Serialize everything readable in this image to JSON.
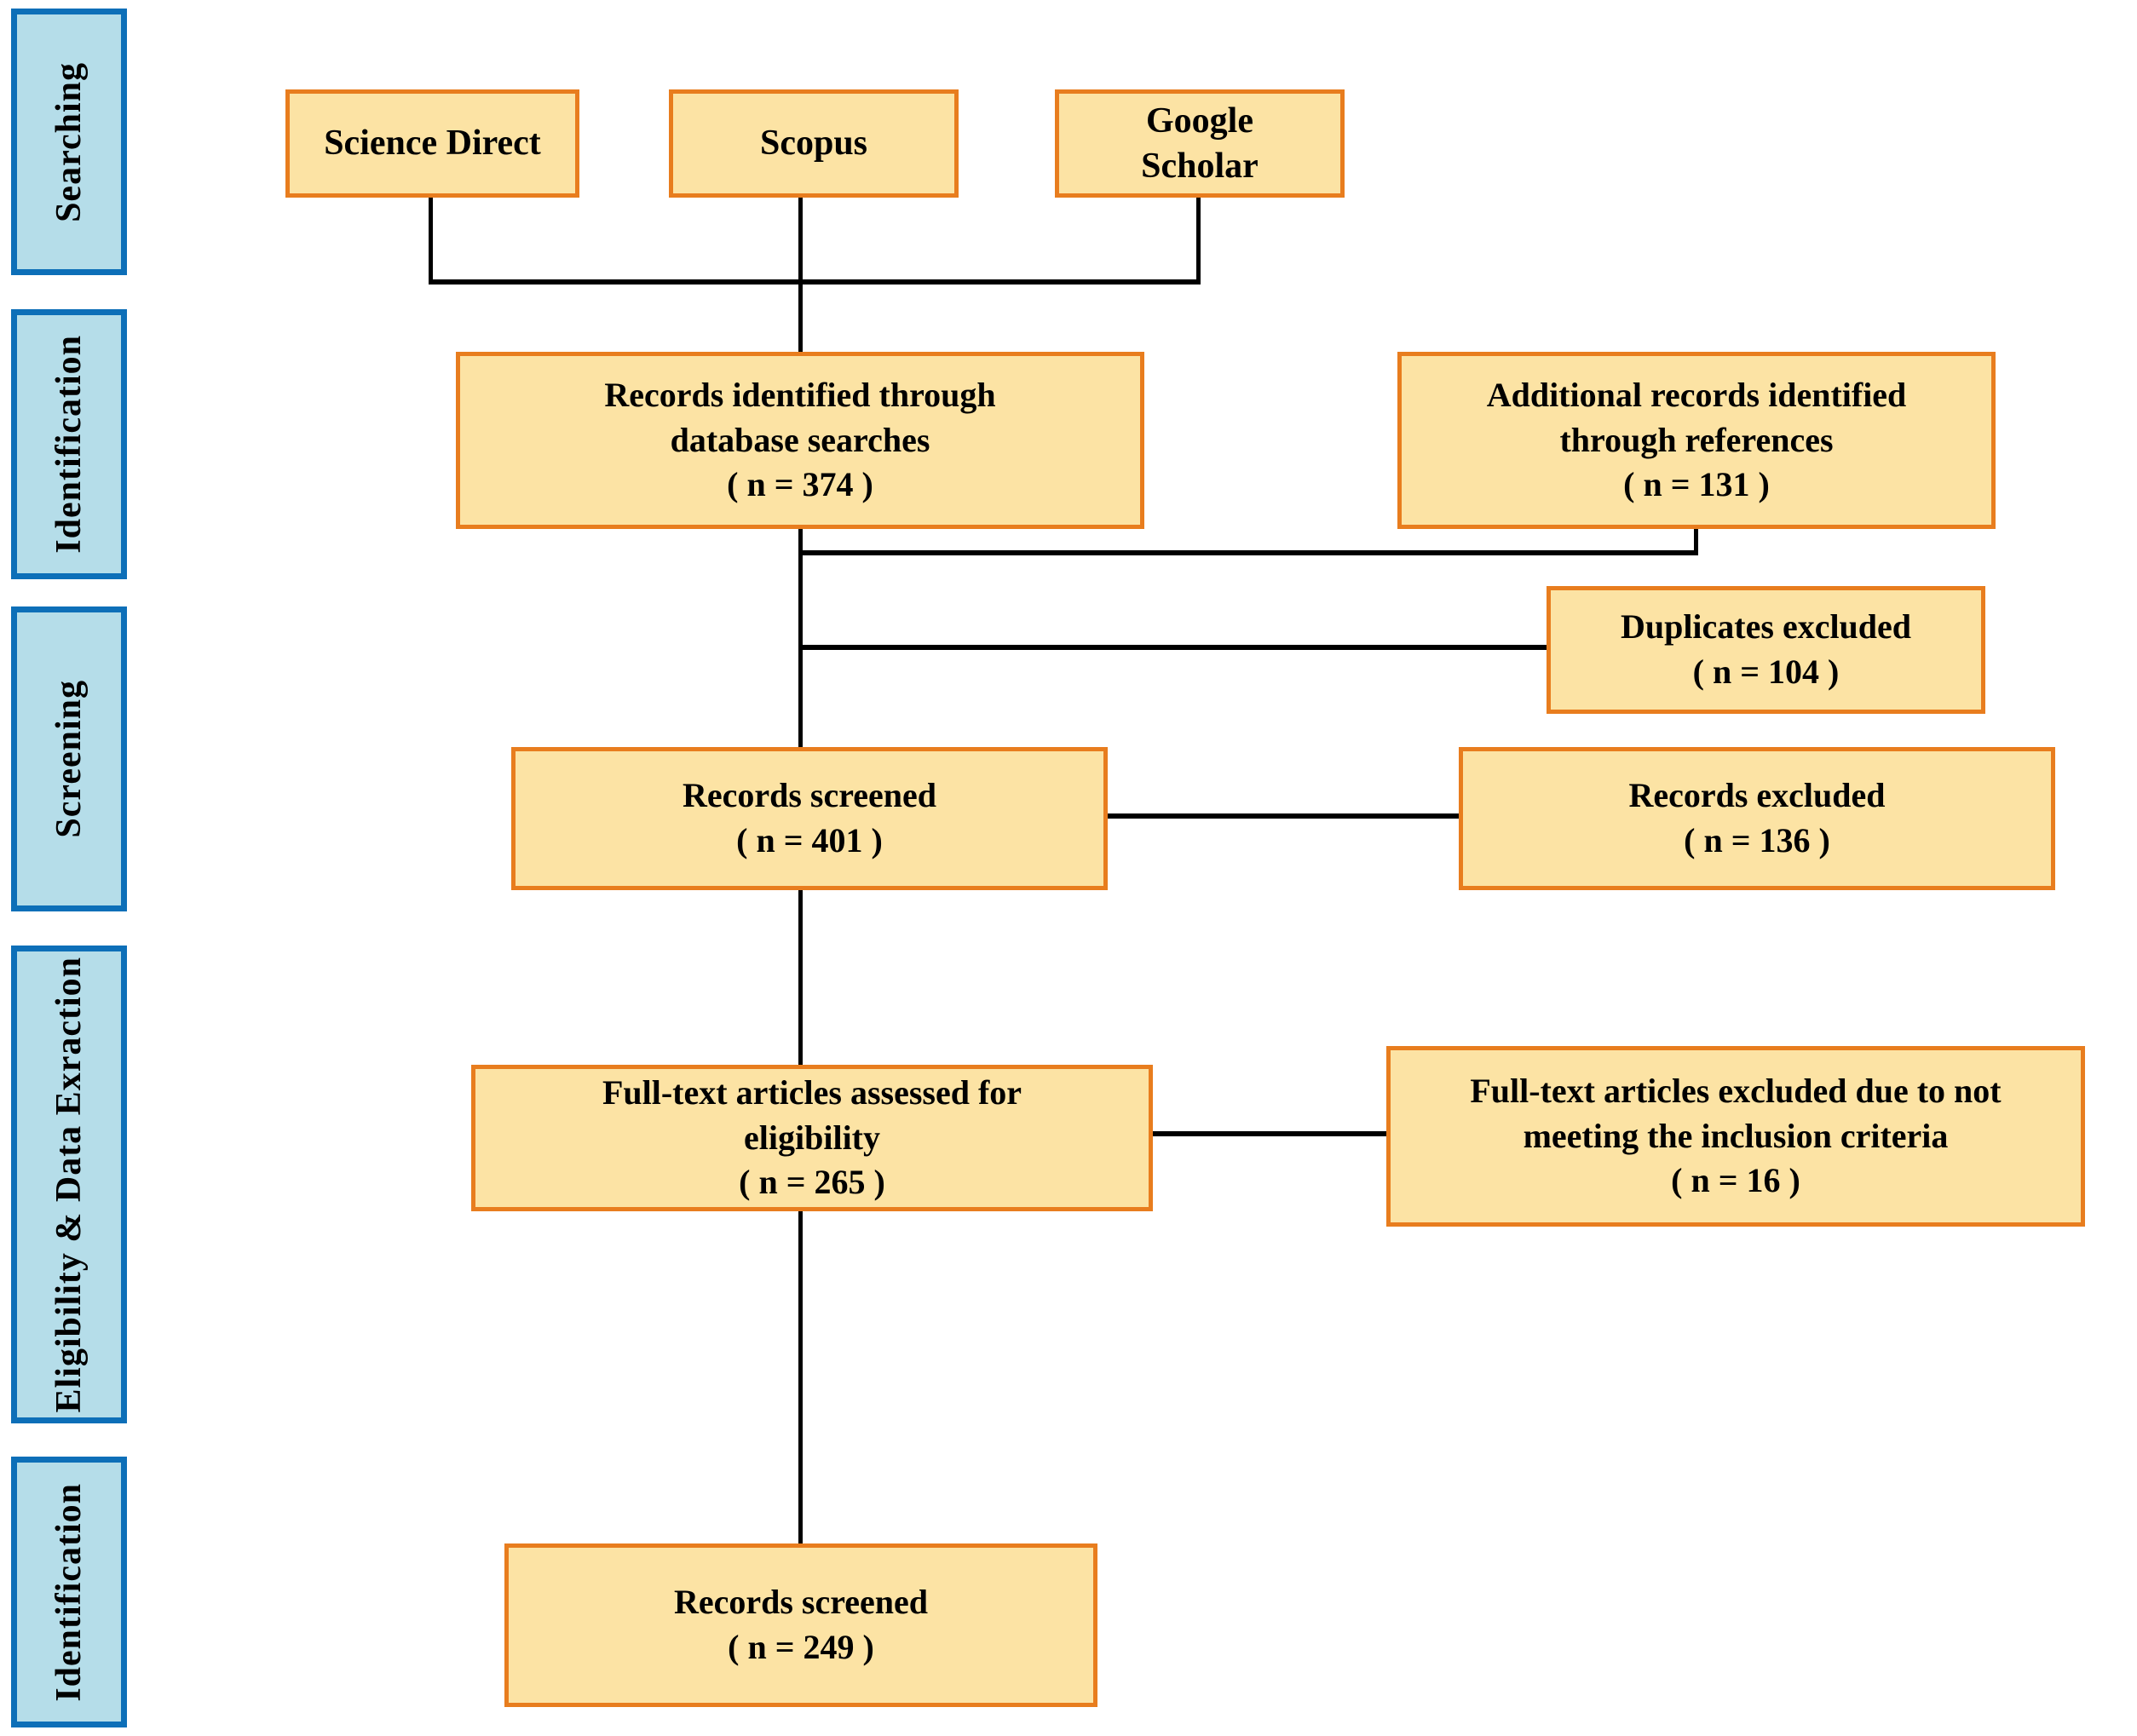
{
  "colors": {
    "box_fill": "#FCE3A4",
    "box_border": "#E87D1E",
    "stage_fill": "#B5DDE9",
    "stage_border": "#0D6FB8",
    "line": "#000000"
  },
  "stages": [
    {
      "label": "Searching"
    },
    {
      "label": "Identification"
    },
    {
      "label": "Screening"
    },
    {
      "label": "Eligibility & Data Exraction"
    },
    {
      "label": "Identification"
    }
  ],
  "sources": [
    {
      "label": "Science Direct"
    },
    {
      "label": "Scopus"
    },
    {
      "label": "Google\nScholar"
    }
  ],
  "flow": {
    "records_identified": {
      "text": "Records identified through\ndatabase searches",
      "count": "( n = 374 )"
    },
    "additional_records": {
      "text": "Additional records identified\nthrough references",
      "count": "( n = 131 )"
    },
    "duplicates_excluded": {
      "text": "Duplicates excluded",
      "count": "( n = 104 )"
    },
    "records_screened": {
      "text": "Records screened",
      "count": "( n = 401 )"
    },
    "records_excluded": {
      "text": "Records excluded",
      "count": "( n = 136 )"
    },
    "fulltext_assessed": {
      "text": "Full-text articles assessed for\neligibility",
      "count": "( n = 265 )"
    },
    "fulltext_excluded": {
      "text": "Full-text articles excluded due to not\nmeeting the inclusion criteria",
      "count": "( n = 16 )"
    },
    "records_screened_final": {
      "text": "Records screened",
      "count": "( n = 249 )"
    }
  }
}
